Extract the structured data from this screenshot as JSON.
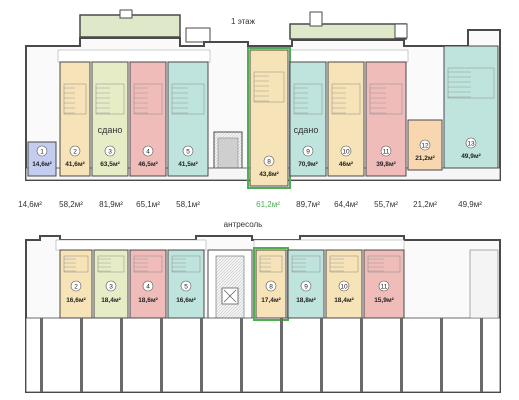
{
  "floor1": {
    "title": "1 этаж",
    "status_left": "сдано",
    "status_right": "сдано",
    "units": [
      {
        "num": "1",
        "area": "14,6м²",
        "color": "#c4cdf0",
        "sold": false
      },
      {
        "num": "2",
        "area": "41,6м²",
        "color": "#f6e3b7",
        "sold": true
      },
      {
        "num": "3",
        "area": "63,5м²",
        "color": "#e6ecc6",
        "sold": true
      },
      {
        "num": "4",
        "area": "46,5м²",
        "color": "#efbcb9",
        "sold": true
      },
      {
        "num": "5",
        "area": "41,5м²",
        "color": "#bfe4dd",
        "sold": true
      },
      {
        "num": "8",
        "area": "43,8м²",
        "color": "#f6e3b7",
        "sold": false,
        "highlight": true
      },
      {
        "num": "9",
        "area": "70,9м²",
        "color": "#bfe4dd",
        "sold": true
      },
      {
        "num": "10",
        "area": "46м²",
        "color": "#f6e3b7",
        "sold": true
      },
      {
        "num": "11",
        "area": "39,8м²",
        "color": "#efbcb9",
        "sold": true
      },
      {
        "num": "12",
        "area": "21,2м²",
        "color": "#f8d7b0",
        "sold": false
      },
      {
        "num": "13",
        "area": "49,9м²",
        "color": "#bfe4dd",
        "sold": false
      }
    ],
    "totals": [
      {
        "label": "14,6м²",
        "highlight": false
      },
      {
        "label": "58,2м²",
        "highlight": false
      },
      {
        "label": "81,9м²",
        "highlight": false
      },
      {
        "label": "65,1м²",
        "highlight": false
      },
      {
        "label": "58,1м²",
        "highlight": false
      },
      {
        "label": "61,2м²",
        "highlight": true
      },
      {
        "label": "89,7м²",
        "highlight": false
      },
      {
        "label": "64,4м²",
        "highlight": false
      },
      {
        "label": "55,7м²",
        "highlight": false
      },
      {
        "label": "21,2м²",
        "highlight": false
      },
      {
        "label": "49,9м²",
        "highlight": false
      }
    ]
  },
  "mezzanine": {
    "title": "антресоль",
    "units": [
      {
        "num": "2",
        "area": "16,6м²",
        "color": "#f6e3b7"
      },
      {
        "num": "3",
        "area": "18,4м²",
        "color": "#e6ecc6"
      },
      {
        "num": "4",
        "area": "18,6м²",
        "color": "#efbcb9"
      },
      {
        "num": "5",
        "area": "16,6м²",
        "color": "#bfe4dd"
      },
      {
        "num": "8",
        "area": "17,4м²",
        "color": "#f6e3b7",
        "highlight": true
      },
      {
        "num": "9",
        "area": "18,8м²",
        "color": "#bfe4dd"
      },
      {
        "num": "10",
        "area": "18,4м²",
        "color": "#f6e3b7"
      },
      {
        "num": "11",
        "area": "15,9м²",
        "color": "#efbcb9"
      }
    ]
  },
  "colors": {
    "wall": "#4a4a4a",
    "highlight": "#4caf50",
    "totals_text": "#333333",
    "corridor": "#ffffff",
    "stair": "#d8d8d8"
  }
}
